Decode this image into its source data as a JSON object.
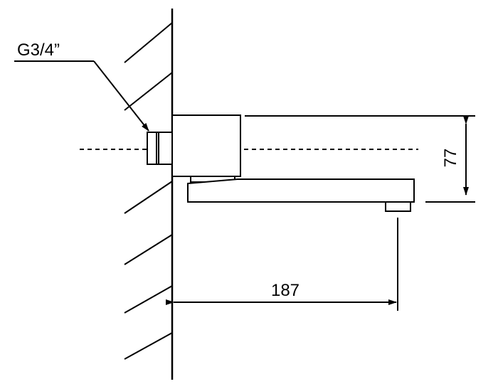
{
  "labels": {
    "thread": "G3/4”",
    "height_dim": "77",
    "projection_dim": "187"
  },
  "colors": {
    "stroke": "#000000",
    "background": "#ffffff"
  }
}
